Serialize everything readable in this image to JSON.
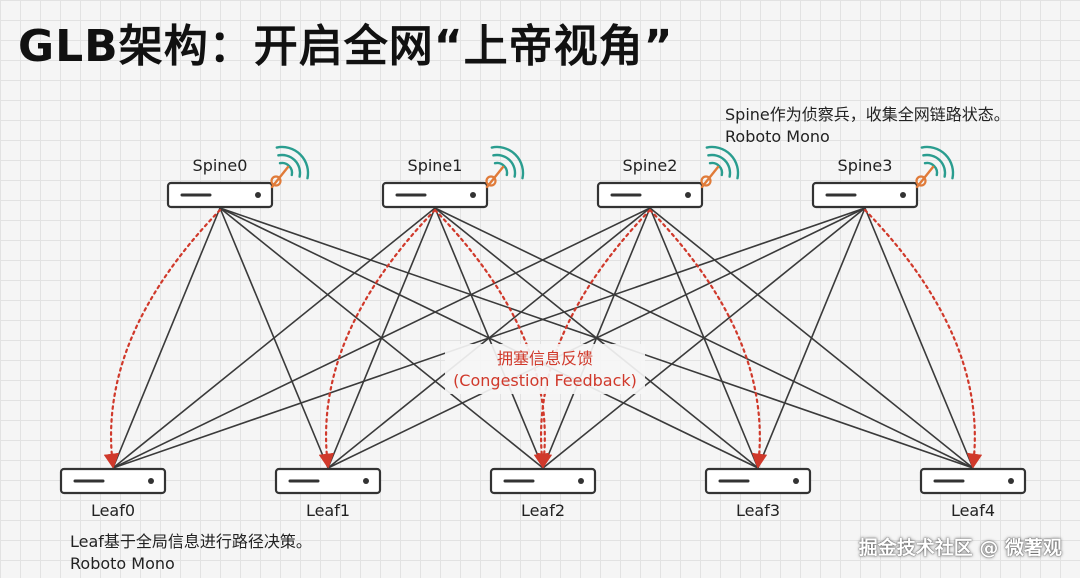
{
  "title": "GLB架构：开启全网“上帝视角”",
  "spines": [
    {
      "label": "Spine0"
    },
    {
      "label": "Spine1"
    },
    {
      "label": "Spine2"
    },
    {
      "label": "Spine3"
    }
  ],
  "leaves": [
    {
      "label": "Leaf0"
    },
    {
      "label": "Leaf1"
    },
    {
      "label": "Leaf2"
    },
    {
      "label": "Leaf3"
    },
    {
      "label": "Leaf4"
    }
  ],
  "feedback": {
    "line1": "拥塞信息反馈",
    "line2": "(Congestion Feedback)"
  },
  "spine_note": {
    "line1": "Spine作为侦察兵，收集全网链路状态。",
    "line2": "Roboto Mono"
  },
  "leaf_note": {
    "line1": "Leaf基于全局信息进行路径决策。",
    "line2": "Roboto Mono"
  },
  "watermark": "掘金技术社区 @ 微著观",
  "colors": {
    "link": "#3a3a3a",
    "feedback": "#d0392b",
    "radar_wave": "#2a9d8f",
    "radar_dish": "#e07b39",
    "switch_fill": "#ffffff",
    "switch_stroke": "#333333"
  },
  "icons": {
    "switch": "network-switch-icon",
    "radar": "radar-signal-icon"
  }
}
